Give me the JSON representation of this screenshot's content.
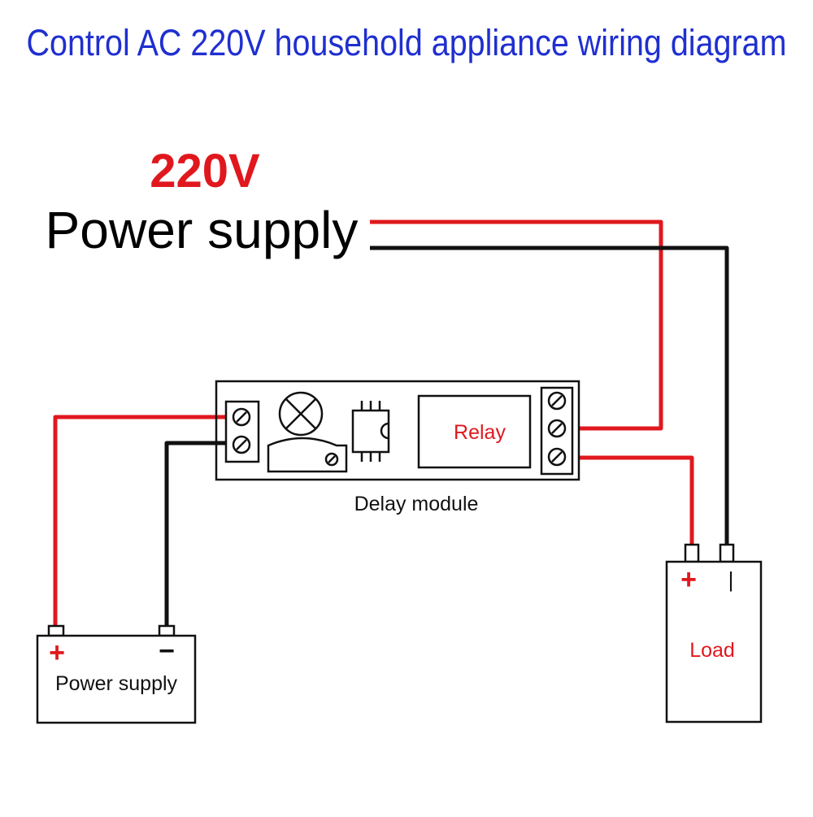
{
  "title": "Control AC 220V household appliance wiring diagram",
  "ac_source": {
    "voltage_label": "220V",
    "label": "Power supply"
  },
  "module": {
    "label": "Delay module",
    "relay_label": "Relay"
  },
  "dc_source": {
    "label": "Power supply",
    "plus_symbol": "+",
    "minus_symbol": "−"
  },
  "load": {
    "label": "Load",
    "plus_symbol": "+",
    "minus_symbol": "|"
  },
  "colors": {
    "title": "#1f2fd0",
    "voltage": "#e0181e",
    "live_wire": "#e0181e",
    "neutral_wire": "#111111",
    "outline": "#111111",
    "relay_text": "#e0181e",
    "load_text": "#e0181e"
  }
}
